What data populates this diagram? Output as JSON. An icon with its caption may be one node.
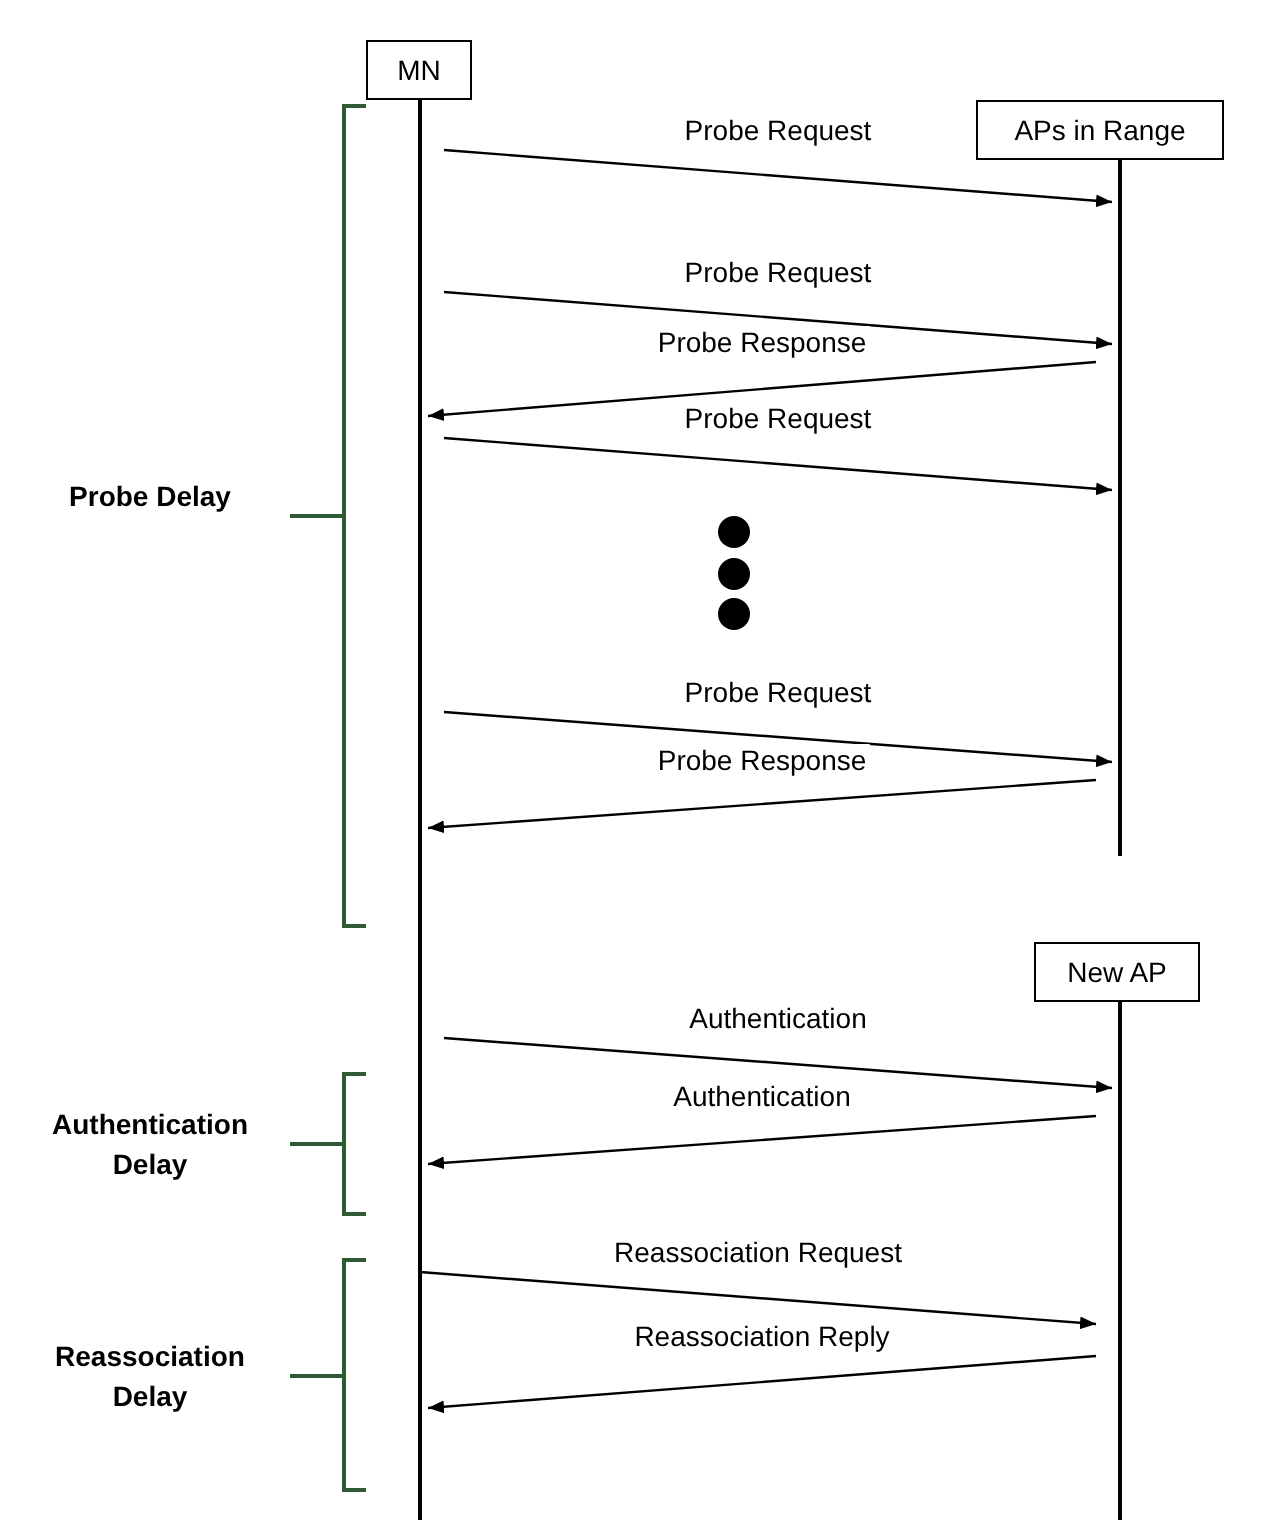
{
  "diagram": {
    "nodes": [
      {
        "text": [
          "MN"
        ]
      },
      {
        "text": [
          "APs in Range"
        ]
      },
      {
        "text": [
          "New AP"
        ]
      }
    ],
    "edges": [
      {
        "from": 0,
        "to": 1,
        "arrow": "to",
        "label": "Probe Request"
      },
      {
        "from": 0,
        "to": 1,
        "arrow": "to",
        "label": "Probe Request"
      },
      {
        "from": 1,
        "to": 0,
        "arrow": "to",
        "label": "Probe Response"
      },
      {
        "from": 0,
        "to": 1,
        "arrow": "to",
        "label": "Probe Request"
      },
      {
        "from": 0,
        "to": 1,
        "arrow": "to",
        "label": "Probe Request"
      },
      {
        "from": 1,
        "to": 0,
        "arrow": "to",
        "label": "Probe Response"
      },
      {
        "from": 0,
        "to": 2,
        "arrow": "to",
        "label": "Authentication"
      },
      {
        "from": 2,
        "to": 0,
        "arrow": "to",
        "label": "Authentication"
      },
      {
        "from": 0,
        "to": 2,
        "arrow": "to",
        "label": "Reassociation Request"
      },
      {
        "from": 2,
        "to": 0,
        "arrow": "to",
        "label": "Reassociation Reply"
      }
    ],
    "labels": [
      "Probe Delay",
      "Authentication Delay",
      "Reassociation Delay"
    ]
  }
}
